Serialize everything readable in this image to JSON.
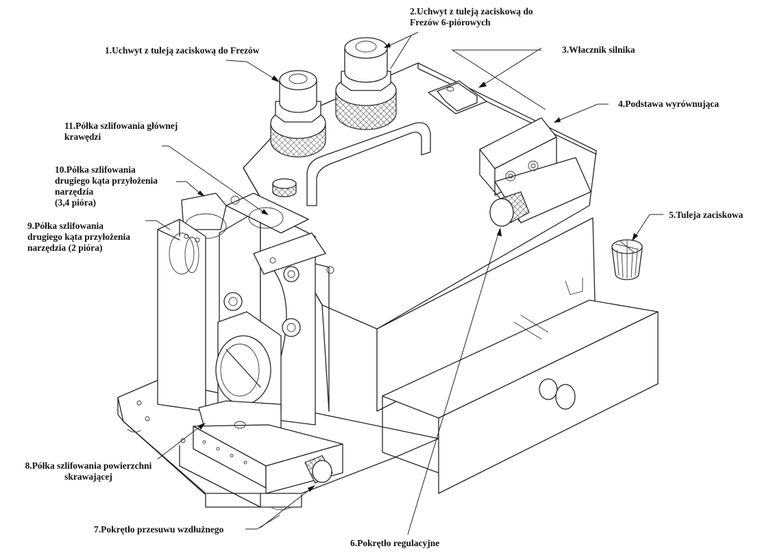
{
  "diagram": {
    "type": "technical-illustration",
    "subject": "Ostrzarka do frezów (tool & cutter grinder)",
    "labels": [
      {
        "id": 1,
        "text": "1.Uchwyt z tuleją zaciskową do Frezów"
      },
      {
        "id": 2,
        "line1": "2.Uchwyt z tuleją zaciskową do",
        "line2": "Frezów 6-piórowych"
      },
      {
        "id": 3,
        "text": "3.Włacznik silnika"
      },
      {
        "id": 4,
        "text": "4.Podstawa wyrównująca"
      },
      {
        "id": 5,
        "text": "5.Tuleja zaciskowa"
      },
      {
        "id": 6,
        "text": "6.Pokrętło regulacyjne"
      },
      {
        "id": 7,
        "text": "7.Pokrętło przesuwu wzdłużnego"
      },
      {
        "id": 8,
        "line1": "8.Półka szlifowania powierzchni",
        "line2": "skrawającej"
      },
      {
        "id": 9,
        "line1": "9.Półka szlifowania",
        "line2": "drugiego kąta przyłożenia",
        "line3": "narzędzia (2 pióra)"
      },
      {
        "id": 10,
        "line1": "10.Półka szlifowania",
        "line2": "drugiego kąta przyłożenia",
        "line3": "narzędzia",
        "line4": "(3,4 pióra)"
      },
      {
        "id": 11,
        "line1": "11.Półka szlifowania głównej",
        "line2": "krawędzi"
      }
    ]
  }
}
